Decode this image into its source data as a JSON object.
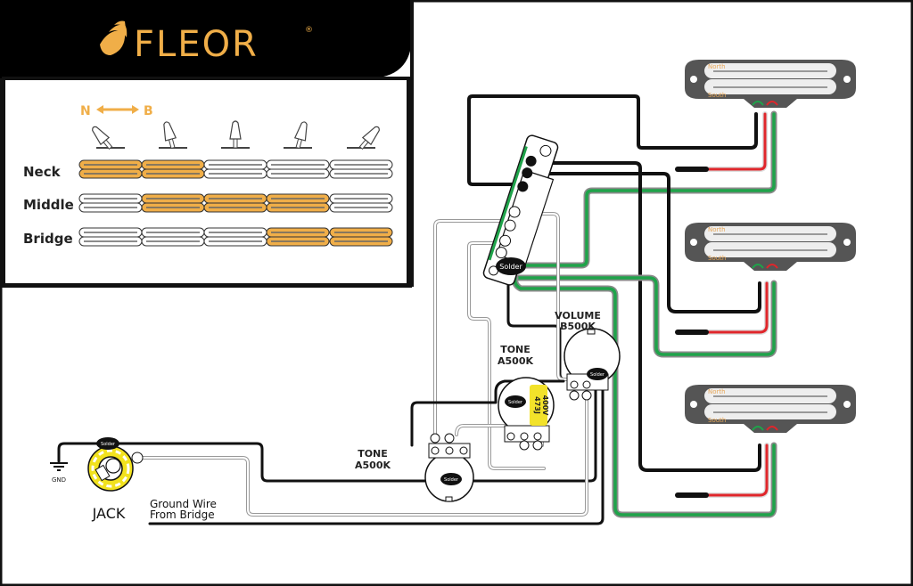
{
  "brand": {
    "name": "FLEOR",
    "registered_mark": "®",
    "color": "#F0AE48"
  },
  "legend": {
    "direction_left": "N",
    "direction_right": "B",
    "rows": [
      {
        "label": "Neck",
        "active": [
          true,
          true,
          false,
          false,
          false
        ]
      },
      {
        "label": "Middle",
        "active": [
          false,
          true,
          true,
          true,
          false
        ]
      },
      {
        "label": "Bridge",
        "active": [
          false,
          false,
          false,
          true,
          true
        ]
      }
    ],
    "switch_positions": [
      1,
      2,
      3,
      4,
      5
    ]
  },
  "pickups": [
    {
      "name": "neck-pickup",
      "top_label": "North",
      "bottom_label": "South"
    },
    {
      "name": "middle-pickup",
      "top_label": "North",
      "bottom_label": "South"
    },
    {
      "name": "bridge-pickup",
      "top_label": "North",
      "bottom_label": "South"
    }
  ],
  "components": {
    "volume_pot": {
      "title": "VOLUME",
      "value": "B500K"
    },
    "tone_pot_1": {
      "title": "TONE",
      "value": "A500K"
    },
    "tone_pot_2": {
      "title": "TONE",
      "value": "A500K"
    },
    "capacitor": {
      "line1": "473J",
      "line2": "400V"
    },
    "jack": {
      "label": "JACK"
    },
    "ground": {
      "label": "GND"
    },
    "ground_wire": {
      "line1": "Ground Wire",
      "line2": "From Bridge"
    },
    "solder_label": "Solder"
  },
  "colors": {
    "orange": "#F0AE48",
    "wire_black": "#111111",
    "wire_green": "#1FA34A",
    "wire_red": "#E0262B",
    "wire_gray": "#8A8A8A",
    "wire_white": "#D9D9D9",
    "capacitor": "#F2E22A",
    "jack_yellow": "#F2E21E"
  }
}
